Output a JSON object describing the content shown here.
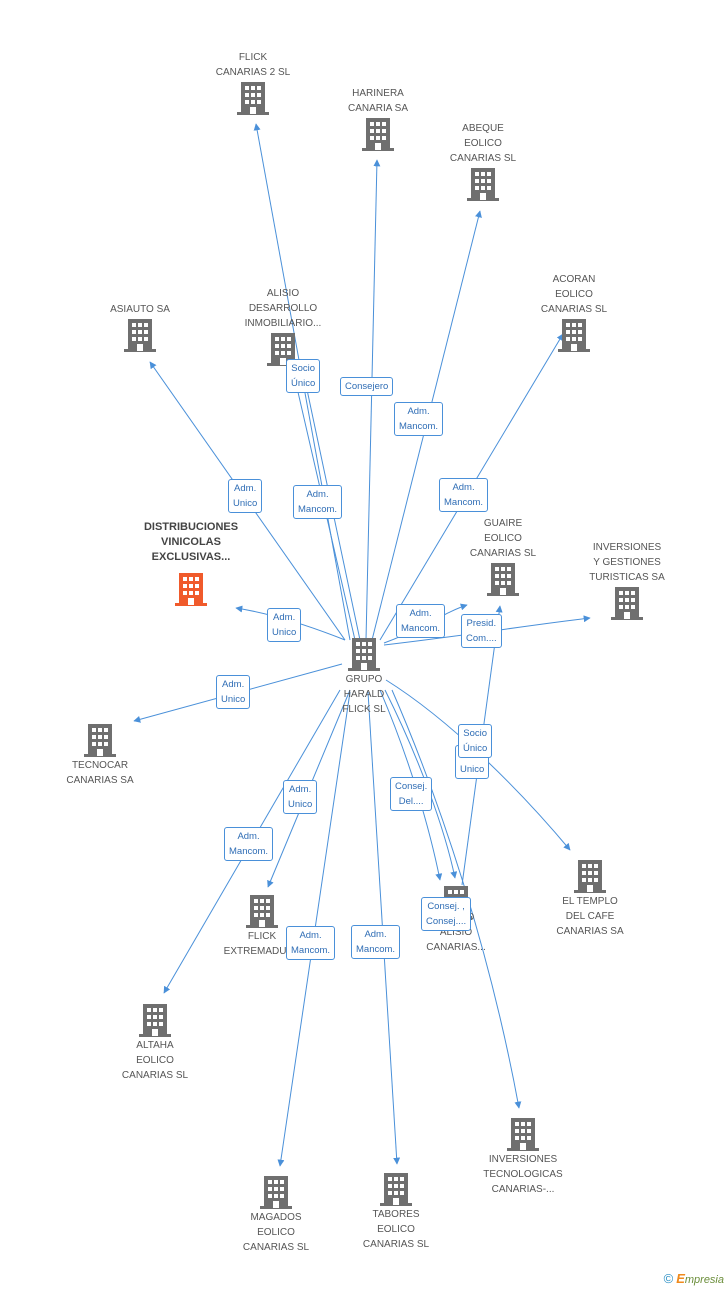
{
  "colors": {
    "edge": "#4a90d9",
    "building": "#6f6f6f",
    "building_focus": "#f05a2b",
    "tag_text": "#2f6db5"
  },
  "nodes": [
    {
      "id": "flick2",
      "label": "FLICK\nCANARIAS 2 SL",
      "icon": "building-icon"
    },
    {
      "id": "harinera",
      "label": "HARINERA\nCANARIA SA",
      "icon": "building-icon"
    },
    {
      "id": "abeque",
      "label": "ABEQUE\nEOLICO\nCANARIAS  SL",
      "icon": "building-icon"
    },
    {
      "id": "acoran",
      "label": "ACORAN\nEOLICO\nCANARIAS  SL",
      "icon": "building-icon"
    },
    {
      "id": "asiauto",
      "label": "ASIAUTO SA",
      "icon": "building-icon"
    },
    {
      "id": "alisio_des",
      "label": "ALISIO\nDESARROLLO\nINMOBILIARIO...",
      "icon": "building-icon"
    },
    {
      "id": "distrib",
      "label": "DISTRIBUCIONES\nVINICOLAS\nEXCLUSIVAS...",
      "icon": "building-icon",
      "focus": true
    },
    {
      "id": "guaire",
      "label": "GUAIRE\nEOLICO\nCANARIAS  SL",
      "icon": "building-icon"
    },
    {
      "id": "inversiones_gt",
      "label": "INVERSIONES\nY GESTIONES\nTURISTICAS SA",
      "icon": "building-icon"
    },
    {
      "id": "grupo_harald",
      "label": "GRUPO\nHARALD\nFLICK SL",
      "icon": "building-icon"
    },
    {
      "id": "tecnocar",
      "label": "TECNOCAR\nCANARIAS SA",
      "icon": "building-icon"
    },
    {
      "id": "templo",
      "label": "EL TEMPLO\nDEL CAFE\nCANARIAS SA",
      "icon": "building-icon"
    },
    {
      "id": "flick_ext",
      "label": "FLICK\nEXTREMADURA",
      "icon": "building-icon"
    },
    {
      "id": "grupo_alisio",
      "label": "GRUPO\nALISIO\nCANARIAS...",
      "icon": "building-icon"
    },
    {
      "id": "altaha",
      "label": "ALTAHA\nEOLICO\nCANARIAS  SL",
      "icon": "building-icon"
    },
    {
      "id": "inv_tec",
      "label": "INVERSIONES\nTECNOLOGICAS\nCANARIAS-...",
      "icon": "building-icon"
    },
    {
      "id": "magados",
      "label": "MAGADOS\nEOLICO\nCANARIAS  SL",
      "icon": "building-icon"
    },
    {
      "id": "tabores",
      "label": "TABORES\nEOLICO\nCANARIAS  SL",
      "icon": "building-icon"
    }
  ],
  "relations": [
    {
      "id": "r_socio1",
      "text": "Socio\nÚnico"
    },
    {
      "id": "r_consejero",
      "text": "Consejero"
    },
    {
      "id": "r_adm1",
      "text": "Adm.\nMancom."
    },
    {
      "id": "r_adm_unico1",
      "text": "Adm.\nUnico"
    },
    {
      "id": "r_adm2",
      "text": "Adm.\nMancom."
    },
    {
      "id": "r_adm3",
      "text": "Adm.\nMancom."
    },
    {
      "id": "r_adm_unico2",
      "text": "Adm.\nUnico"
    },
    {
      "id": "r_adm4",
      "text": "Adm.\nMancom."
    },
    {
      "id": "r_presid",
      "text": "Presid.\nCom...."
    },
    {
      "id": "r_adm_unico3",
      "text": "Adm.\nUnico"
    },
    {
      "id": "r_socio2",
      "text": "Socio\nÚnico"
    },
    {
      "id": "r_adm_unico4",
      "text": "Adm.\nUnico"
    },
    {
      "id": "r_consej_del",
      "text": "Consej.\nDel...."
    },
    {
      "id": "r_adm_unico5",
      "text": "Adm.\nUnico"
    },
    {
      "id": "r_adm5",
      "text": "Adm.\nMancom."
    },
    {
      "id": "r_consej_consej",
      "text": "Consej. ,\nConsej...."
    },
    {
      "id": "r_adm6",
      "text": "Adm.\nMancom."
    },
    {
      "id": "r_adm7",
      "text": "Adm.\nMancom."
    }
  ],
  "brand": {
    "copyright": "©",
    "first": "E",
    "rest": "mpresia"
  }
}
